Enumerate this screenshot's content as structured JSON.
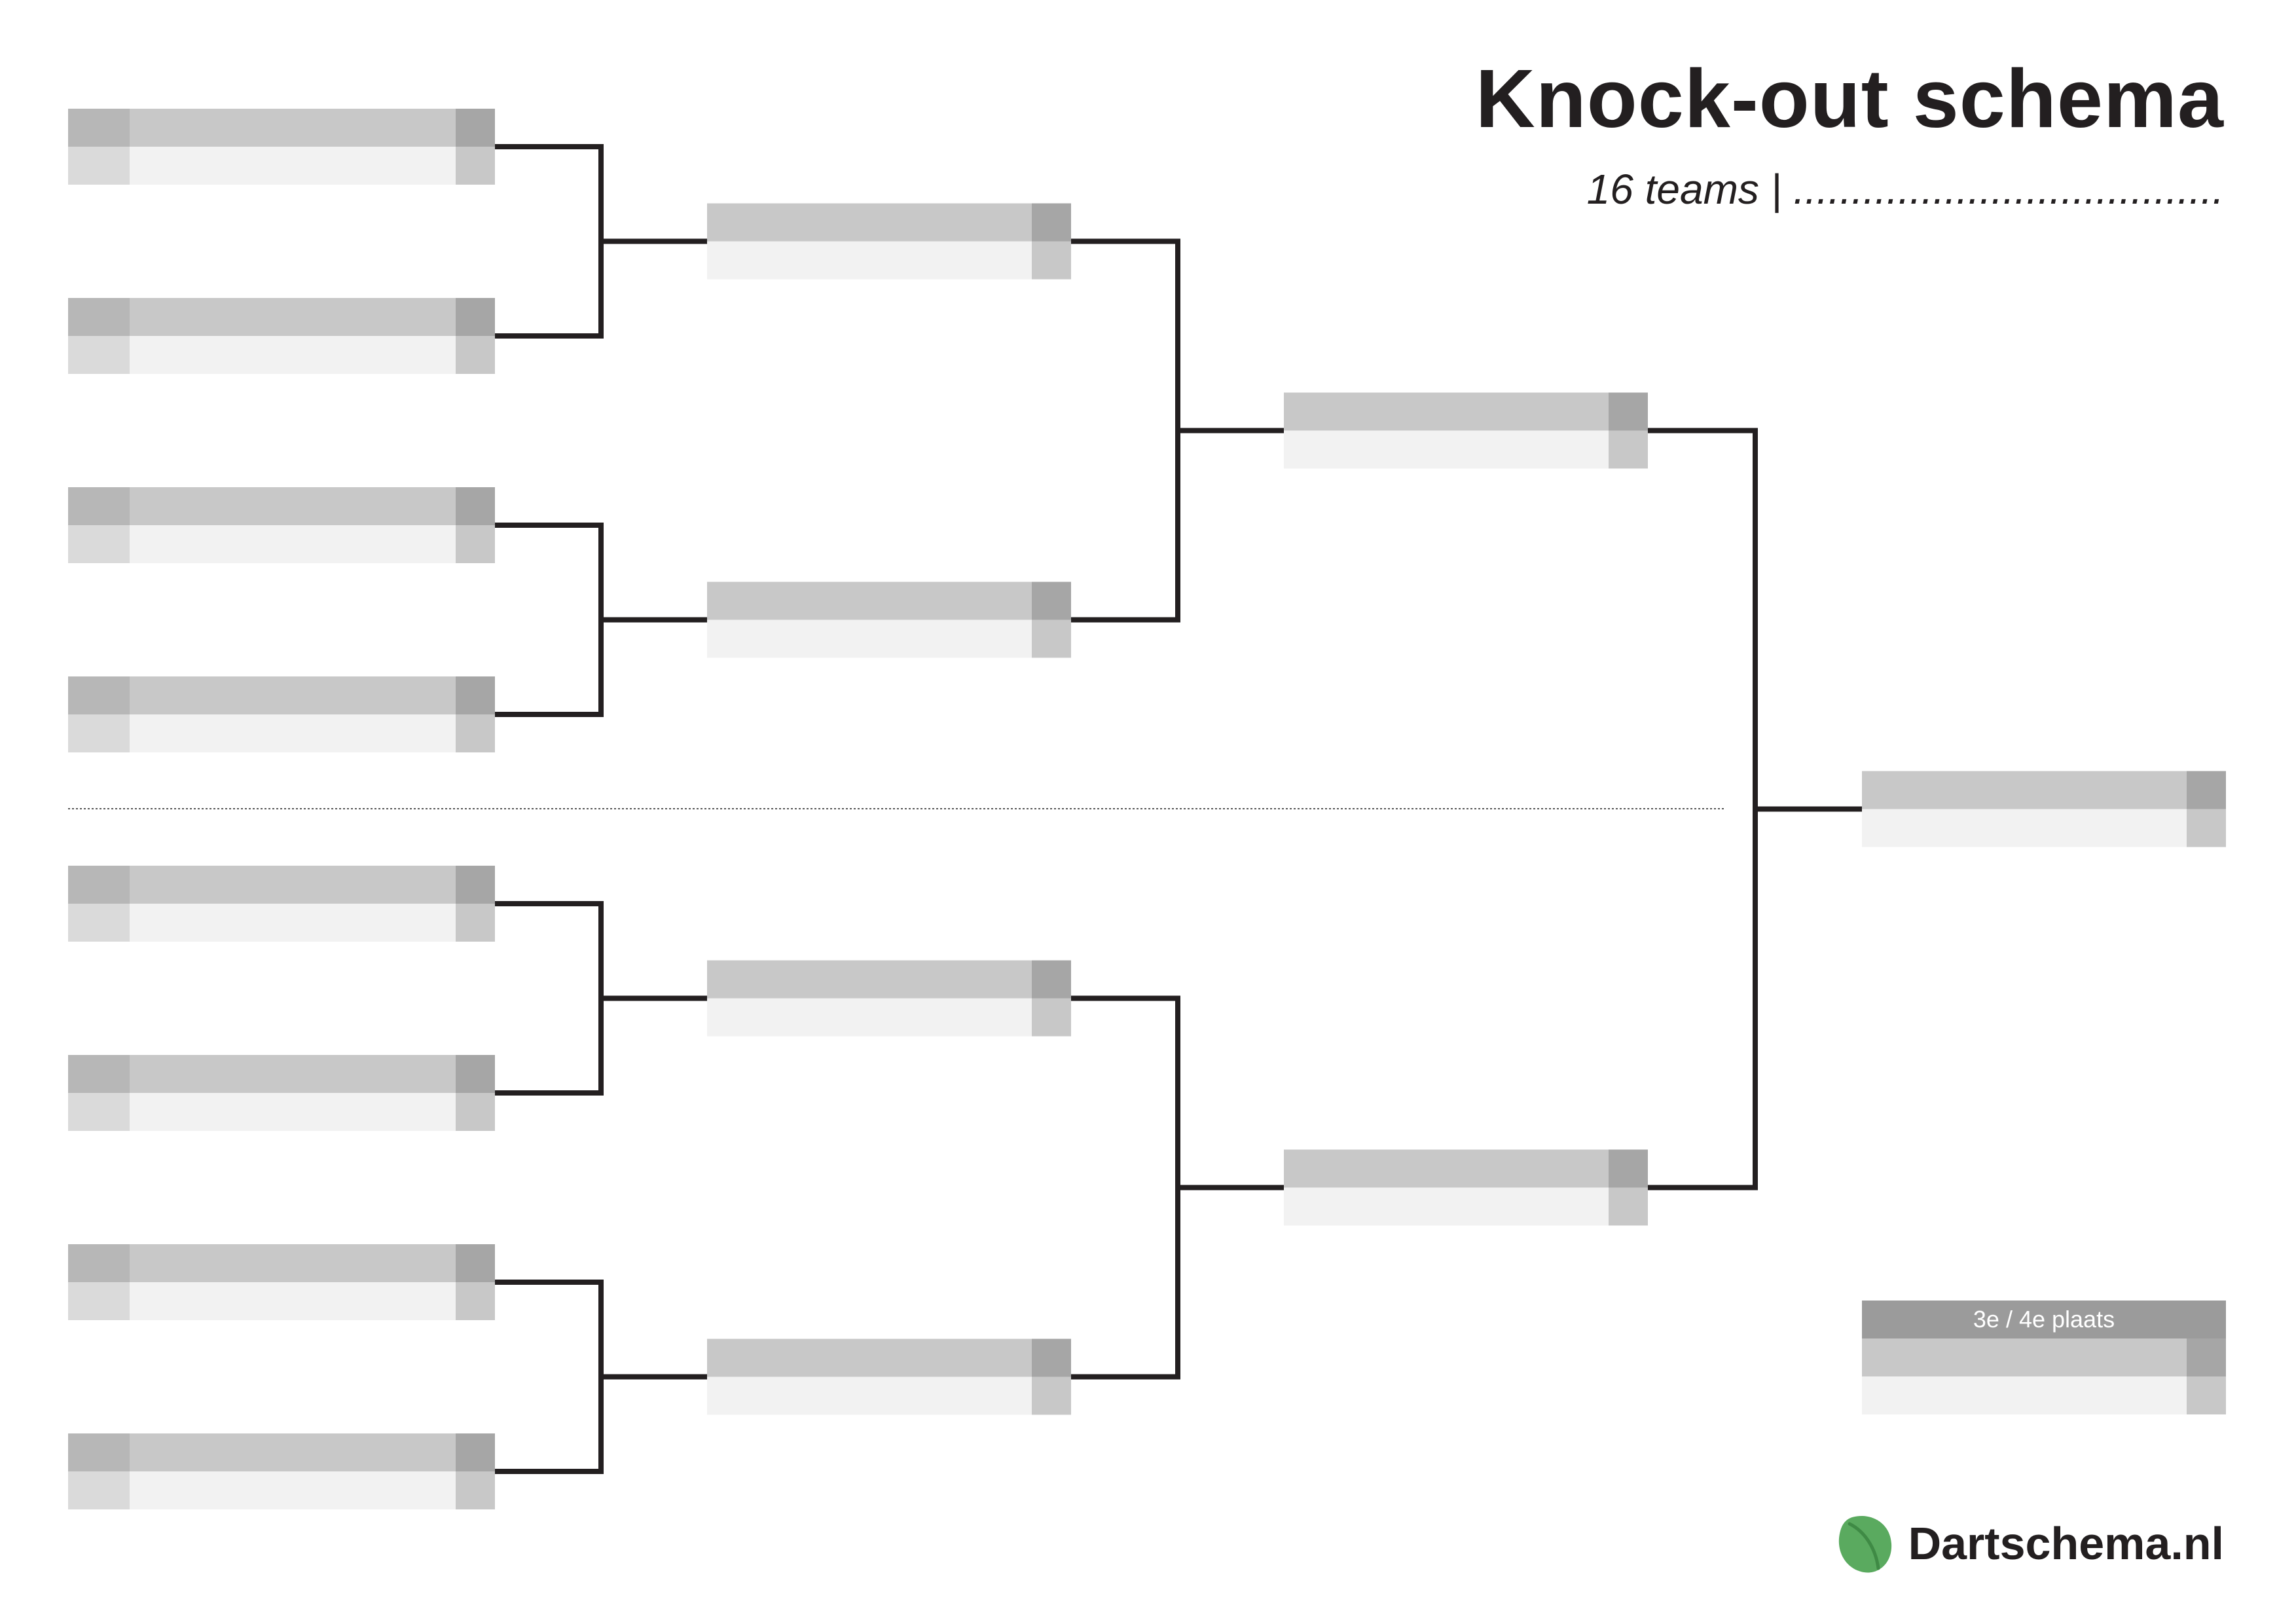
{
  "header": {
    "title": "Knock-out schema",
    "subtitle": "16 teams | ....................................."
  },
  "third_place": {
    "label": "3e / 4e plaats"
  },
  "brand": {
    "name": "Dartschema.nl",
    "icon": "green-leaf-icon",
    "icon_color": "#5aaa5f"
  },
  "colors": {
    "line": "#231f20",
    "slot_top": "#c8c8c8",
    "slot_bottom": "#f2f2f2",
    "seed_top": "#b7b7b7",
    "seed_bottom": "#dadada",
    "score_top": "#a6a6a6",
    "score_bottom": "#c8c8c8",
    "label_bar": "#9b9b9b"
  },
  "bracket": {
    "rounds": [
      {
        "round": 1,
        "matches": 8
      },
      {
        "round": 2,
        "matches": 4
      },
      {
        "round": 3,
        "matches": 2
      },
      {
        "round": 4,
        "matches": 1
      }
    ]
  }
}
